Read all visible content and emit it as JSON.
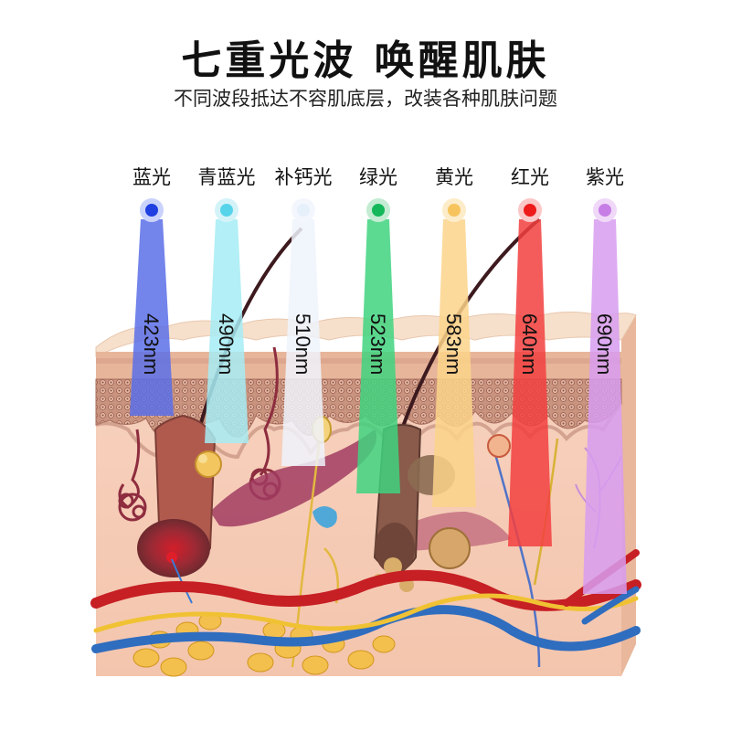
{
  "header": {
    "title": "七重光波  唤醒肌肤",
    "subtitle": "不同波段抵达不容肌底层，改装各种肌肤问题"
  },
  "bands": [
    {
      "label": "蓝光",
      "wavelength": "423nm",
      "color": "#1f3fe0",
      "beam": "#5b6ee8"
    },
    {
      "label": "青蓝光",
      "wavelength": "490nm",
      "color": "#57d4ea",
      "beam": "#a6ecf4"
    },
    {
      "label": "补钙光",
      "wavelength": "510nm",
      "color": "#e6f0fb",
      "beam": "#eef3fb"
    },
    {
      "label": "绿光",
      "wavelength": "523nm",
      "color": "#14b85a",
      "beam": "#3fd47f"
    },
    {
      "label": "黄光",
      "wavelength": "583nm",
      "color": "#f7c35d",
      "beam": "#fbd38a"
    },
    {
      "label": "红光",
      "wavelength": "640nm",
      "color": "#ee1b1b",
      "beam": "#f24040"
    },
    {
      "label": "紫光",
      "wavelength": "690nm",
      "color": "#c77de6",
      "beam": "#d79cf0"
    }
  ]
}
